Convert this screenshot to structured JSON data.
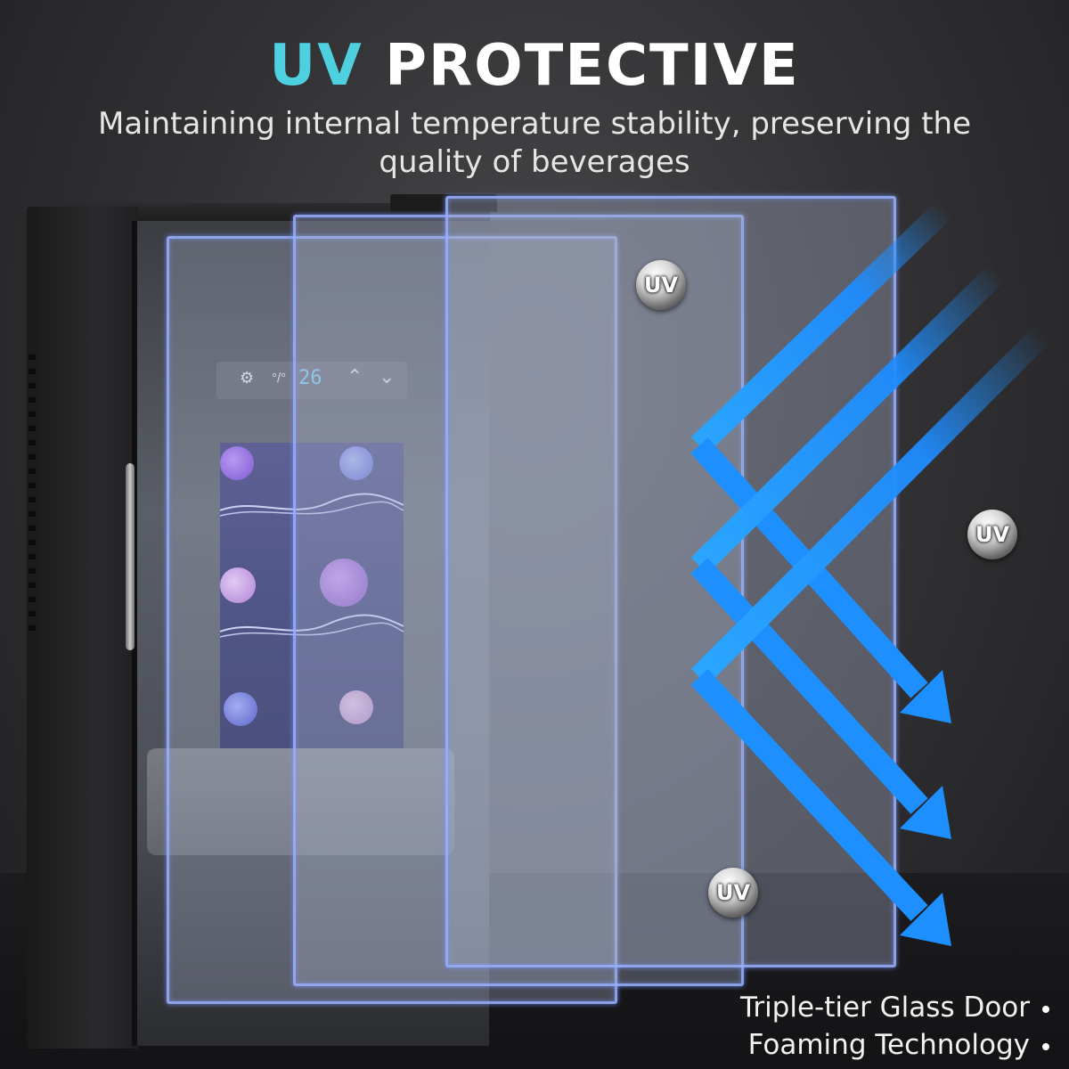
{
  "headline": {
    "accent": "UV",
    "rest": "PROTECTIVE"
  },
  "subtitle": "Maintaining internal temperature stability, preserving the quality of beverages",
  "control_panel": {
    "temperature": "26"
  },
  "badges": [
    "UV",
    "UV",
    "UV"
  ],
  "features": [
    "Triple-tier Glass Door",
    "Foaming Technology"
  ],
  "colors": {
    "accent": "#4fd0e0",
    "arrow": "#1e90ff",
    "glass_edge": "#96afff"
  },
  "icons": [
    "light-icon",
    "celsius-fahrenheit-icon",
    "chevron-up-icon",
    "chevron-down-icon",
    "bullet-icon"
  ]
}
